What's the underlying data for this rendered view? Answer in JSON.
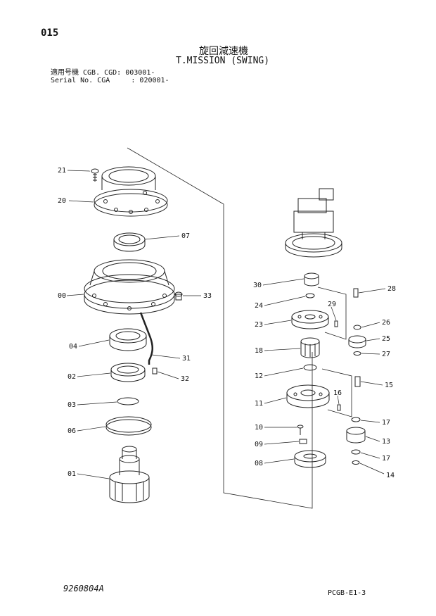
{
  "page_number": "015",
  "title_jp": "旋回減速機",
  "title_en": "T.MISSION (SWING)",
  "serial_lines": [
    "適用号機 CGB. CGD: 003001-",
    "Serial No. CGA     : 020001-"
  ],
  "parts": [
    {
      "no": "21"
    },
    {
      "no": "20"
    },
    {
      "no": "07"
    },
    {
      "no": "00"
    },
    {
      "no": "33"
    },
    {
      "no": "04"
    },
    {
      "no": "31"
    },
    {
      "no": "02"
    },
    {
      "no": "32"
    },
    {
      "no": "03"
    },
    {
      "no": "06"
    },
    {
      "no": "01"
    },
    {
      "no": "30"
    },
    {
      "no": "28"
    },
    {
      "no": "24"
    },
    {
      "no": "29"
    },
    {
      "no": "23"
    },
    {
      "no": "26"
    },
    {
      "no": "25"
    },
    {
      "no": "18"
    },
    {
      "no": "27"
    },
    {
      "no": "12"
    },
    {
      "no": "15"
    },
    {
      "no": "16"
    },
    {
      "no": "11"
    },
    {
      "no": "17"
    },
    {
      "no": "10"
    },
    {
      "no": "13"
    },
    {
      "no": "09"
    },
    {
      "no": "17"
    },
    {
      "no": "08"
    },
    {
      "no": "14"
    }
  ],
  "document_code": "9260804A",
  "page_code": "PCGB-E1-3"
}
